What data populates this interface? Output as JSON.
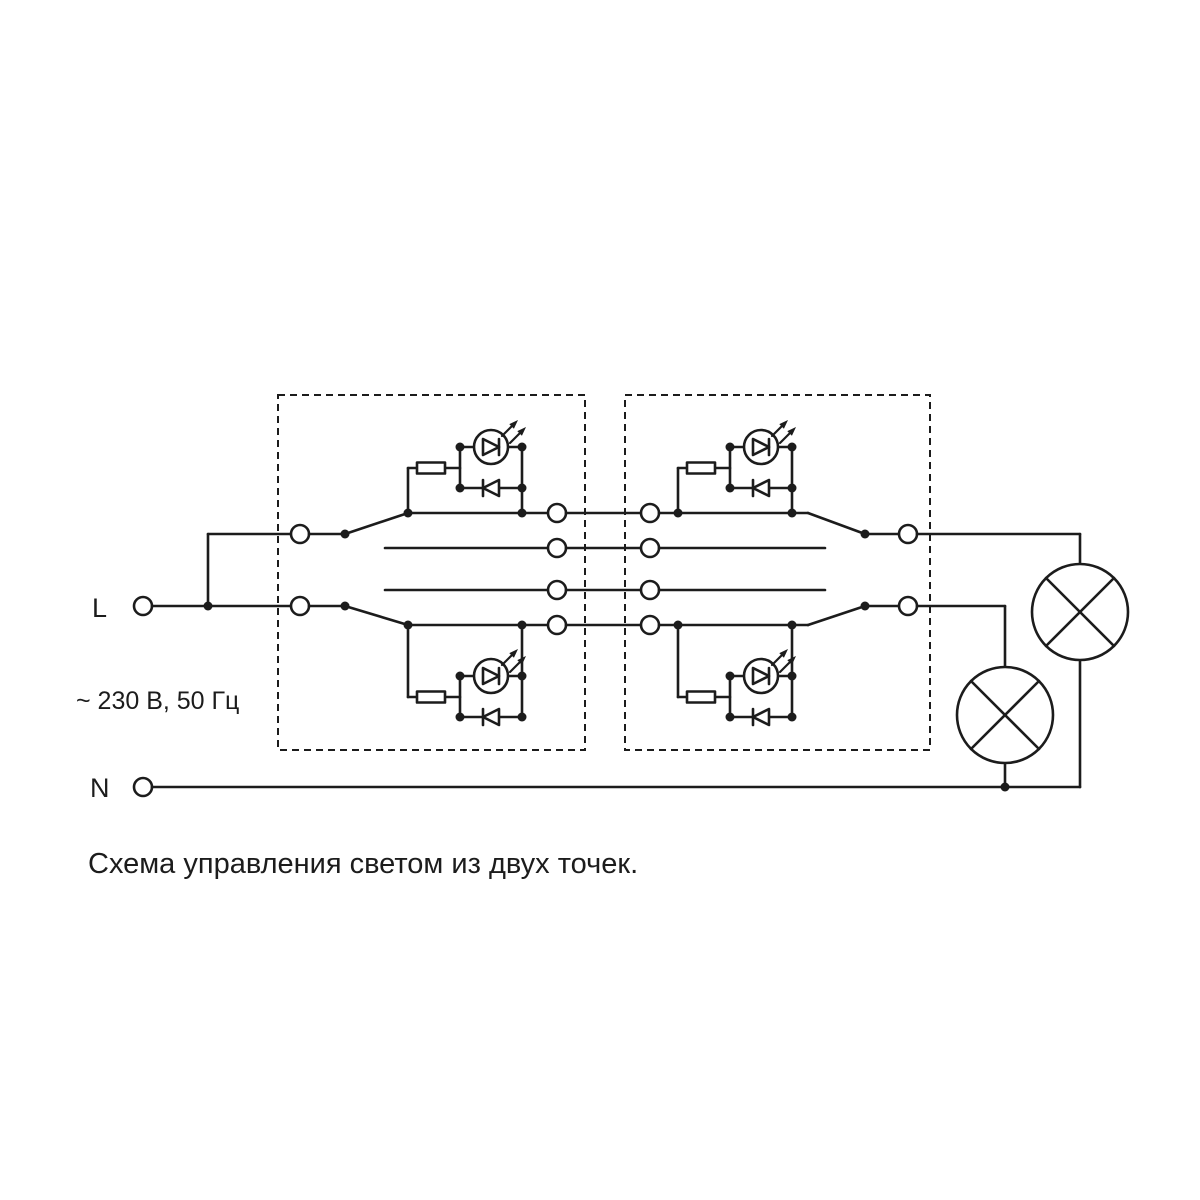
{
  "labels": {
    "line_terminal": "L",
    "neutral_terminal": "N",
    "voltage_rating": "~ 230 В, 50 Гц",
    "caption": "Схема управления светом из двух точек."
  },
  "colors": {
    "line": "#1c1c1c",
    "background": "#ffffff"
  },
  "diagram": {
    "type": "wiring-schematic",
    "switch_units": 2,
    "lamps": 2,
    "led_indicators": 4
  }
}
